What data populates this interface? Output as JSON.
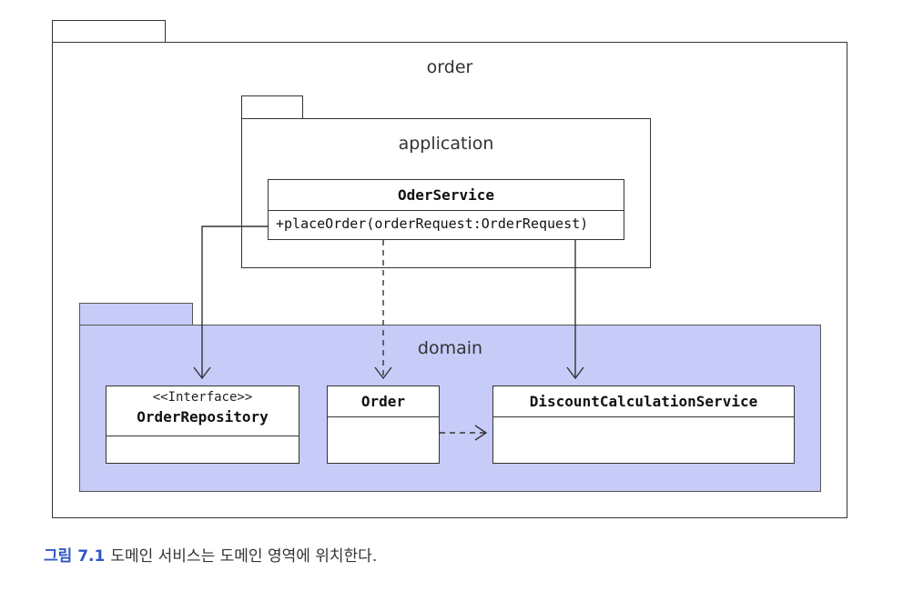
{
  "packages": {
    "order": {
      "label": "order"
    },
    "application": {
      "label": "application"
    },
    "domain": {
      "label": "domain"
    }
  },
  "classes": {
    "oder_service": {
      "name": "OderService",
      "operation": "+placeOrder(orderRequest:OrderRequest)"
    },
    "order_repository": {
      "stereotype": "<<Interface>>",
      "name": "OrderRepository"
    },
    "order": {
      "name": "Order"
    },
    "discount_service": {
      "name": "DiscountCalculationService"
    }
  },
  "caption": {
    "number": "그림 7.1",
    "text": "도메인 서비스는 도메인 영역에 위치한다."
  },
  "colors": {
    "domain_fill": "#c6cbf7",
    "caption_accent": "#2f57c4",
    "line": "#333333"
  }
}
